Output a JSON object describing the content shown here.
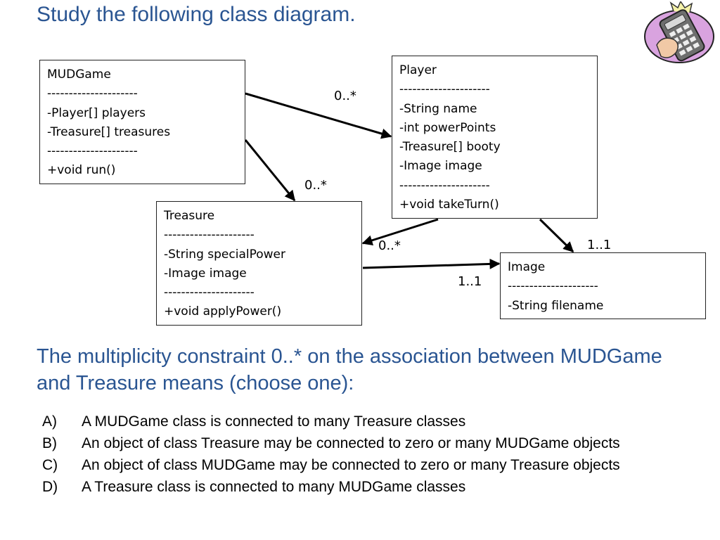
{
  "title": "Study the following class diagram.",
  "logo": {
    "icon": "remote-control-icon",
    "accent": "#d9a3df"
  },
  "classes": {
    "mudgame": {
      "name": "MUDGame",
      "divider": "---------------------",
      "fields": [
        "-Player[] players",
        "-Treasure[] treasures"
      ],
      "methods": [
        "+void run()"
      ]
    },
    "player": {
      "name": "Player",
      "divider": "---------------------",
      "fields": [
        "-String name",
        "-int powerPoints",
        "-Treasure[] booty",
        "-Image image"
      ],
      "methods": [
        "+void takeTurn()"
      ]
    },
    "treasure": {
      "name": "Treasure",
      "divider": "---------------------",
      "fields": [
        "-String specialPower",
        "-Image image"
      ],
      "methods": [
        "+void applyPower()"
      ]
    },
    "image": {
      "name": "Image",
      "divider": "---------------------",
      "fields": [
        "-String filename"
      ],
      "methods": []
    }
  },
  "associations": [
    {
      "from": "MUDGame",
      "to": "Player",
      "multiplicity": "0..*"
    },
    {
      "from": "MUDGame",
      "to": "Treasure",
      "multiplicity": "0..*"
    },
    {
      "from": "Player",
      "to": "Treasure",
      "multiplicity": "0..*"
    },
    {
      "from": "Player",
      "to": "Image",
      "multiplicity": "1..1"
    },
    {
      "from": "Treasure",
      "to": "Image",
      "multiplicity": "1..1"
    }
  ],
  "question": "The multiplicity constraint 0..* on the association between MUDGame and Treasure means (choose one):",
  "options": [
    {
      "letter": "A)",
      "text": "A MUDGame class is connected to many Treasure classes"
    },
    {
      "letter": "B)",
      "text": "An object of class Treasure may be connected to zero or many MUDGame objects"
    },
    {
      "letter": "C)",
      "text": "An object of class MUDGame may be connected to zero or many Treasure objects"
    },
    {
      "letter": "D)",
      "text": "A Treasure class is connected to many MUDGame classes"
    }
  ]
}
